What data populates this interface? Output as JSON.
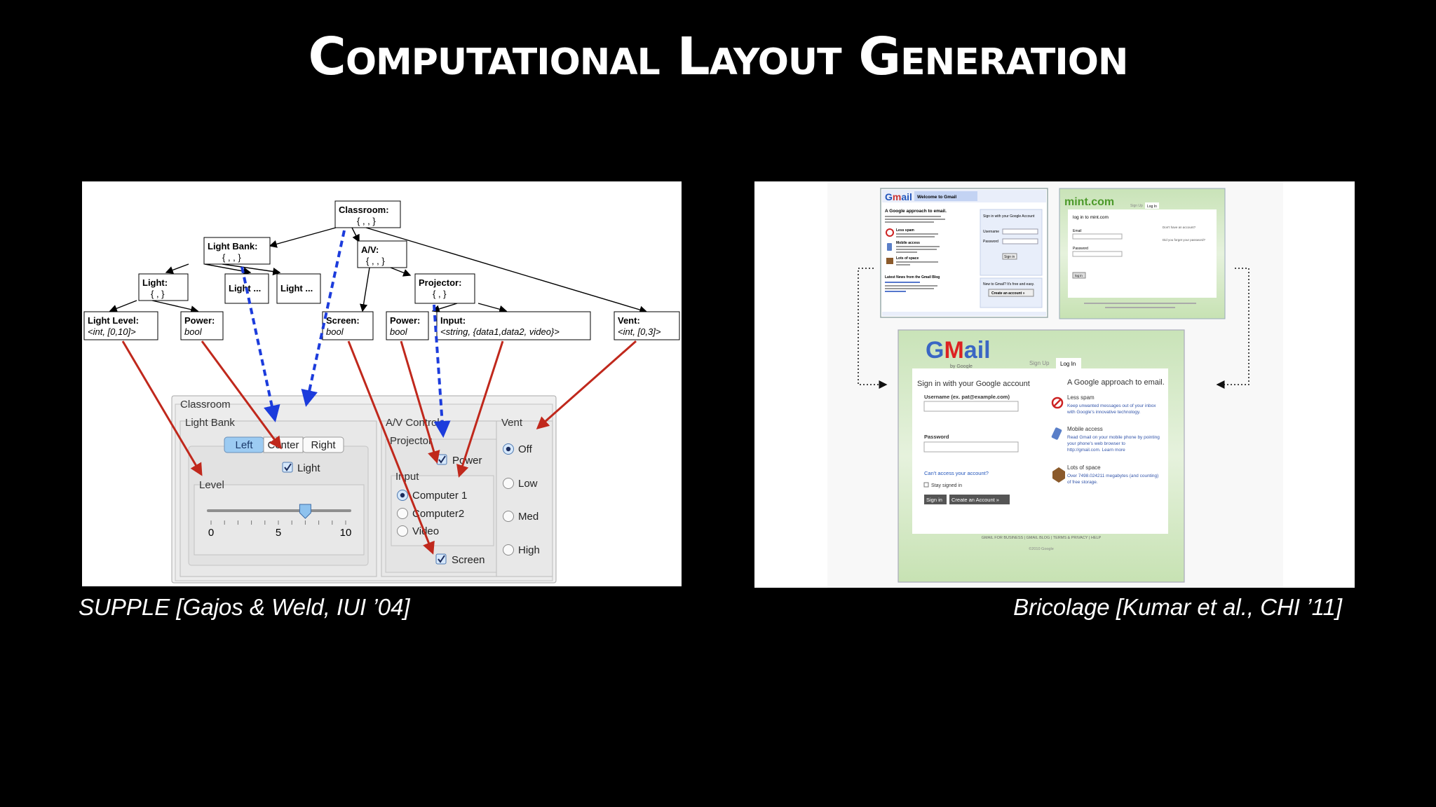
{
  "slide": {
    "title": "Computational Layout Generation",
    "caption_left": "SUPPLE [Gajos & Weld, IUI ’04]",
    "caption_right": "Bricolage [Kumar et al., CHI ’11]"
  },
  "colors": {
    "background": "#000000",
    "arrow_red": "#c0281c",
    "arrow_blue": "#1c3cdc",
    "gmail_green": "#dcebd2"
  },
  "supple": {
    "tree": {
      "classroom": {
        "name": "Classroom:",
        "type": "{ , , }"
      },
      "light_bank": {
        "name": "Light Bank:",
        "type": "{ , , }"
      },
      "av": {
        "name": "A/V:",
        "type": "{ , , }"
      },
      "light": {
        "name": "Light:",
        "type": "{ , }"
      },
      "light2": {
        "name": "Light ..."
      },
      "light3": {
        "name": "Light ..."
      },
      "projector": {
        "name": "Projector:",
        "type": "{ , }"
      },
      "light_level": {
        "name": "Light Level:",
        "type": "<int, [0,10]>"
      },
      "power1": {
        "name": "Power:",
        "type": "bool"
      },
      "screen": {
        "name": "Screen:",
        "type": "bool"
      },
      "power2": {
        "name": "Power:",
        "type": "bool"
      },
      "input": {
        "name": "Input:",
        "type": "<string, {data1,data2, video}>"
      },
      "vent": {
        "name": "Vent:",
        "type": "<int, [0,3]>"
      }
    },
    "ui": {
      "classroom_group": "Classroom",
      "light_bank_group": "Light Bank",
      "segments": [
        "Left",
        "Center",
        "Right"
      ],
      "light_checkbox": "Light",
      "level_group": "Level",
      "slider_ticks": [
        "0",
        "5",
        "10"
      ],
      "slider_value": 7,
      "av_group": "A/V Controls",
      "projector_group": "Projector",
      "power_checkbox": "Power",
      "input_group": "Input",
      "input_options": [
        "Computer 1",
        "Computer2",
        "Video"
      ],
      "screen_checkbox": "Screen",
      "vent_group": "Vent",
      "vent_options": [
        "Off",
        "Low",
        "Med",
        "High"
      ]
    }
  },
  "bricolage": {
    "gmail_small": {
      "header_tab": "Welcome to Gmail",
      "heading": "A Google approach to email.",
      "features": [
        "Less spam",
        "Mobile access",
        "Lots of space"
      ],
      "blog_heading": "Latest News from the Gmail Blog",
      "signin_heading": "Sign in with your Google Account",
      "username_label": "Username",
      "password_label": "Password",
      "signin_button": "Sign in",
      "new_heading": "New to Gmail? It's free and easy.",
      "create_button": "Create an account »"
    },
    "mint": {
      "logo": "mint.com",
      "tabs": [
        "Sign Up",
        "Log In"
      ],
      "heading": "log in to mint.com",
      "email_label": "Email",
      "password_label": "Password",
      "side_q1": "Don't have an account?",
      "side_q2": "Did you forget your password?",
      "login_button": "log in"
    },
    "gmail_large": {
      "logo": "Gmail",
      "by_google": "by Google",
      "tabs": [
        "Sign Up",
        "Log In"
      ],
      "signin_heading": "Sign in with your Google account",
      "username_label": "Username (ex. pat@example.com)",
      "password_label": "Password",
      "cant_access": "Can't access your account?",
      "stay_signed": "Stay signed in",
      "signin_button": "Sign in",
      "create_button": "Create an Account »",
      "right_heading": "A Google approach to email.",
      "f1_title": "Less spam",
      "f1_text1": "Keep unwanted messages out of your inbox",
      "f1_text2": "with Google's innovative technology.",
      "f2_title": "Mobile access",
      "f2_text1": "Read Gmail on your mobile phone by pointing",
      "f2_text2": "your phone's web browser to",
      "f2_text3": "http://gmail.com. Learn more",
      "f3_title": "Lots of space",
      "f3_text1": "Over 7498.024211 megabytes (and counting)",
      "f3_text2": "of free storage.",
      "footer": "GMAIL FOR BUSINESS  |  GMAIL BLOG  |  TERMS & PRIVACY  |  HELP",
      "copyright": "©2010 Google"
    }
  }
}
